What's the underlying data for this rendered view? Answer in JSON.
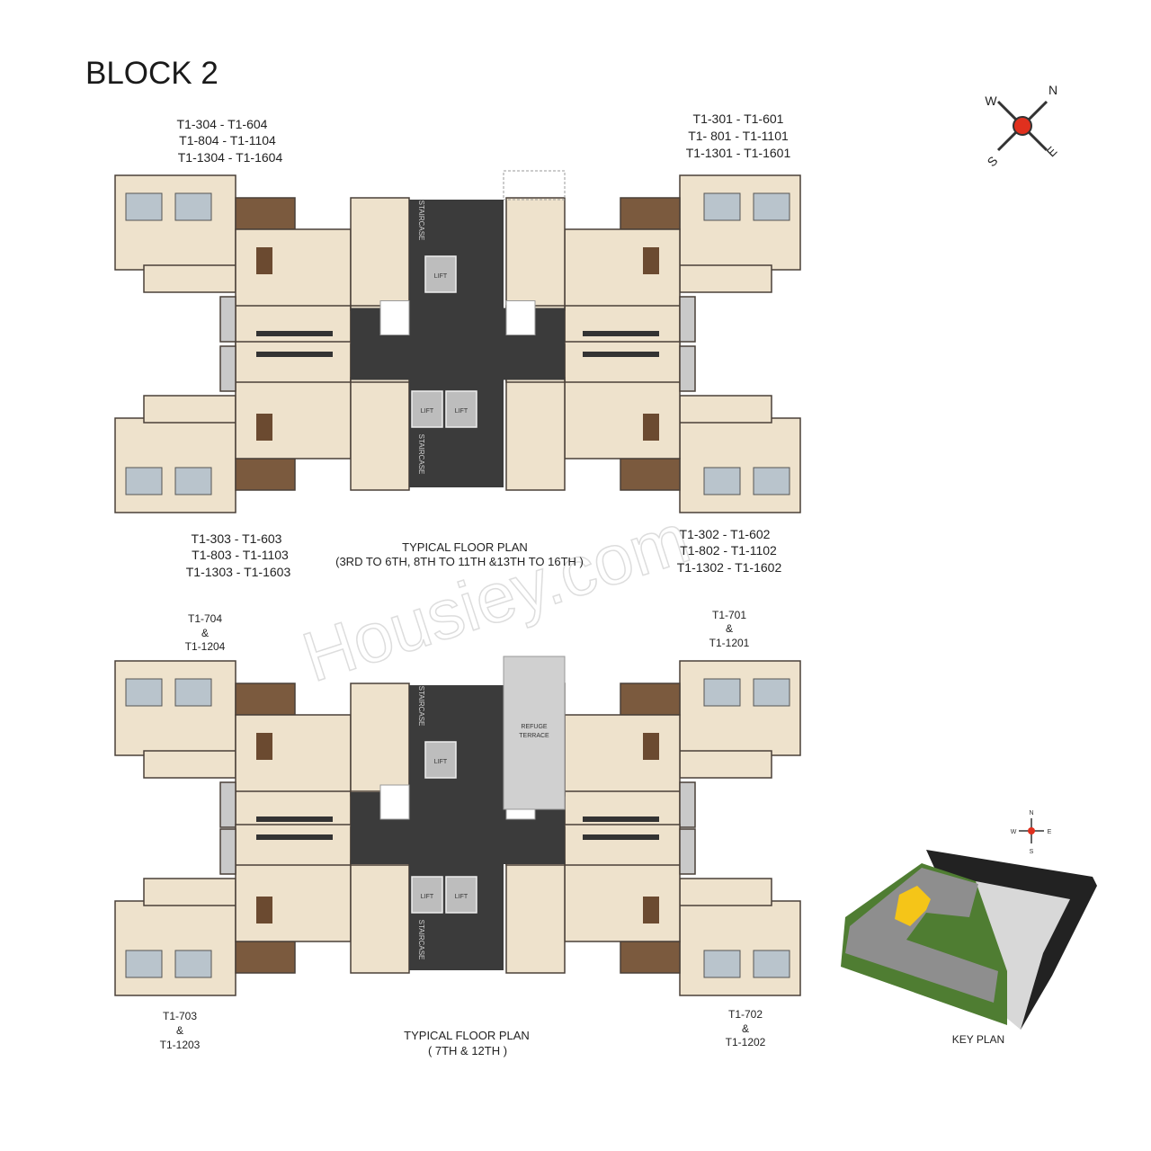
{
  "title": "BLOCK 2",
  "watermark": "Housiey.com",
  "compass": {
    "n": "N",
    "e": "E",
    "s": "S",
    "w": "W",
    "needle_color": "#e0301e"
  },
  "upper_plan": {
    "title": "TYPICAL FLOOR PLAN",
    "subtitle": "(3RD TO 6TH, 8TH TO 11TH &13TH TO 16TH )",
    "units": {
      "top_left": [
        "T1-304 - T1-604",
        "T1-804 - T1-1104",
        "T1-1304 - T1-1604"
      ],
      "top_right": [
        "T1-301 - T1-601",
        "T1- 801 - T1-1101",
        "T1-1301 - T1-1601"
      ],
      "bottom_left": [
        "T1-303 - T1-603",
        "T1-803 - T1-1103",
        "T1-1303 - T1-1603"
      ],
      "bottom_right": [
        "T1-302 - T1-602",
        "T1-802 - T1-1102",
        "T1-1302 - T1-1602"
      ]
    },
    "core": {
      "lift": "LIFT",
      "staircase": "STAIRCASE"
    }
  },
  "lower_plan": {
    "title": "TYPICAL FLOOR PLAN",
    "subtitle": "( 7TH & 12TH )",
    "units": {
      "top_left": [
        "T1-704",
        "&",
        "T1-1204"
      ],
      "top_right": [
        "T1-701",
        "&",
        "T1-1201"
      ],
      "bottom_left": [
        "T1-703",
        "&",
        "T1-1203"
      ],
      "bottom_right": [
        "T1-702",
        "&",
        "T1-1202"
      ]
    },
    "core": {
      "lift": "LIFT",
      "staircase": "STAIRCASE",
      "refuge": [
        "REFUGE",
        "TERRACE"
      ]
    }
  },
  "key_plan": {
    "label": "KEY PLAN",
    "highlight_color": "#f5c518",
    "compass": {
      "n": "N",
      "e": "E",
      "s": "S",
      "w": "W"
    }
  },
  "colors": {
    "floor": "#eee2cc",
    "wall": "#4a4038",
    "balcony": "#7b5a3e",
    "core": "#3b3b3b",
    "lift": "#bdbdbd",
    "lawn": "#4f7d32"
  }
}
